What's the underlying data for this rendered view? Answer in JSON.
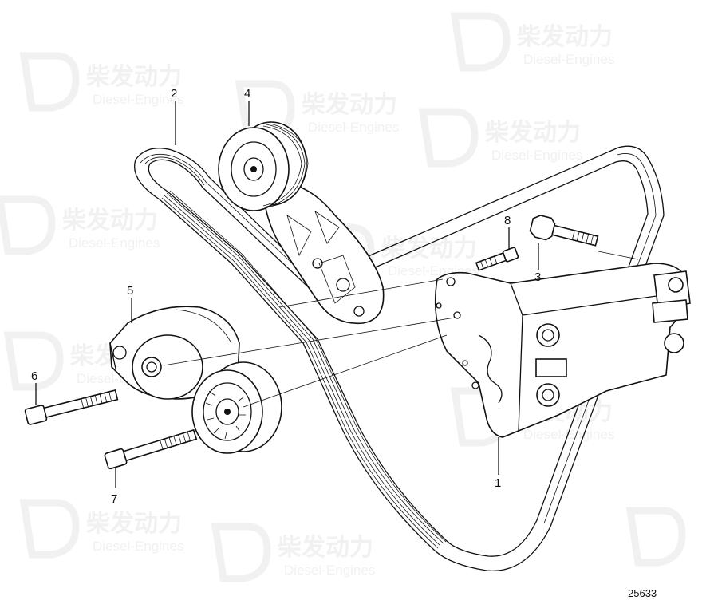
{
  "diagram": {
    "reference_number": "25633",
    "callouts": [
      "1",
      "2",
      "3",
      "4",
      "5",
      "6",
      "7",
      "8"
    ],
    "watermark": {
      "brand_cn": "柴发动力",
      "brand_en": "Diesel-Engines"
    }
  }
}
